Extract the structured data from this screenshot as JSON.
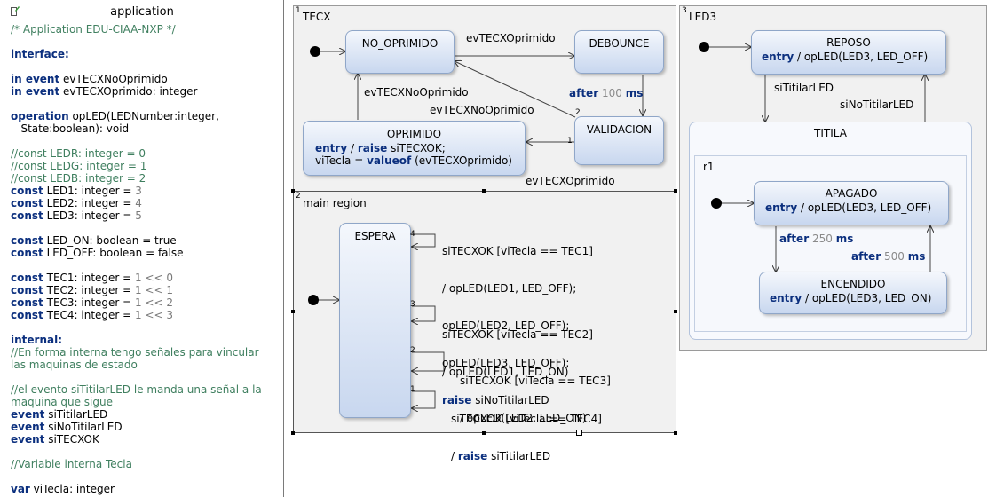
{
  "definition": {
    "title": "application",
    "comment_header": "/* Application EDU-CIAA-NXP */",
    "interface_label": "interface:",
    "in_event_kw": "in event",
    "in_event_1": "evTECXNoOprimido",
    "in_event_2": "evTECXOprimido: integer",
    "operation_kw": "operation",
    "operation_sig": "opLED(LEDNumber:integer,",
    "operation_sig2": "State:boolean): void",
    "comment_ledr": "//const LEDR: integer = 0",
    "comment_ledg": "//const LEDG: integer = 1",
    "comment_ledb": "//const LEDB: integer = 2",
    "const_kw": "const",
    "const_led1": "LED1: integer = ",
    "const_led1_val": "3",
    "const_led2": "LED2: integer = ",
    "const_led2_val": "4",
    "const_led3": "LED3: integer = ",
    "const_led3_val": "5",
    "const_led_on": "LED_ON: boolean = true",
    "const_led_off": "LED_OFF: boolean = false",
    "const_tec1": "TEC1: integer = ",
    "const_tec1_val": "1 << 0",
    "const_tec2": "TEC2: integer = ",
    "const_tec2_val": "1 << 1",
    "const_tec3": "TEC3: integer = ",
    "const_tec3_val": "1 << 2",
    "const_tec4": "TEC4: integer = ",
    "const_tec4_val": "1 << 3",
    "internal_label": "internal:",
    "comment_internal_1": "//En forma interna tengo señales para vincular",
    "comment_internal_2": "las maquinas de estado",
    "comment_signal_1": "//el evento siTitilarLED le manda una señal a la",
    "comment_signal_2": "maquina que sigue",
    "event_kw": "event",
    "event_1": "siTitilarLED",
    "event_2": "siNoTitilarLED",
    "event_3": "siTECXOK",
    "comment_var": "//Variable interna Tecla",
    "var_kw": "var",
    "var_decl": "viTecla: integer"
  },
  "regions": {
    "tecx": {
      "number": "1",
      "name": "TECX",
      "states": {
        "no_oprimido": "NO_OPRIMIDO",
        "debounce": "DEBOUNCE",
        "validacion": "VALIDACION",
        "oprimido": "OPRIMIDO",
        "oprimido_entry_kw": "entry",
        "oprimido_entry_sep": " / ",
        "oprimido_raise_kw": "raise",
        "oprimido_raise_val": " siTECXOK;",
        "oprimido_assign": "viTecla = ",
        "oprimido_valueof_kw": "valueof",
        "oprimido_valueof_arg": " (evTECXOprimido)"
      },
      "transitions": {
        "t1": "evTECXOprimido",
        "t2_kw": "after",
        "t2_val": "100",
        "t2_unit": "ms",
        "t3": "evTECXNoOprimido",
        "t3_priority": "2",
        "t4": "evTECXOprimido",
        "t4_priority": "1",
        "t5": "evTECXNoOprimido",
        "t6": "evTECXOprimido"
      }
    },
    "main": {
      "number": "2",
      "name": "main region",
      "states": {
        "espera": "ESPERA"
      },
      "transitions": [
        {
          "priority": "4",
          "lines": [
            "siTECXOK [viTecla == TEC1]",
            "/ opLED(LED1, LED_OFF);",
            "opLED(LED2, LED_OFF);",
            "opLED(LED3, LED_OFF);"
          ],
          "raise_kw": "raise",
          "raise_val": " siNoTitilarLED"
        },
        {
          "priority": "3",
          "lines": [
            "siTECXOK [viTecla == TEC2]",
            "/ opLED(LED1, LED_ON)"
          ]
        },
        {
          "priority": "2",
          "lines": [
            "siTECXOK [viTecla == TEC3]",
            "/ opLED(LED2, LED_ON)"
          ]
        },
        {
          "priority": "1",
          "lines": [
            "siTECXOK [viTecla == TEC4]"
          ],
          "prefix": "/ ",
          "raise_kw": "raise",
          "raise_val": " siTitilarLED"
        }
      ]
    },
    "led3": {
      "number": "3",
      "name": "LED3",
      "states": {
        "reposo": "REPOSO",
        "reposo_entry_kw": "entry",
        "reposo_entry_val": " / opLED(LED3, LED_OFF)",
        "titila": "TITILA",
        "subregion": "r1",
        "apagado": "APAGADO",
        "apagado_entry_kw": "entry",
        "apagado_entry_val": " / opLED(LED3, LED_OFF)",
        "encendido": "ENCENDIDO",
        "encendido_entry_kw": "entry",
        "encendido_entry_val": " / opLED(LED3, LED_ON)"
      },
      "transitions": {
        "t1": "siTitilarLED",
        "t2": "siNoTitilarLED",
        "t3_kw": "after",
        "t3_val": "250",
        "t3_unit": "ms",
        "t4_kw": "after",
        "t4_val": "500",
        "t4_unit": "ms"
      }
    }
  },
  "colors": {
    "comment": "#3f7f5f",
    "keyword": "#0b2f7e",
    "number": "#7a7a7a",
    "state_border": "#8fa6c8",
    "region_bg": "#f1f1f1"
  }
}
